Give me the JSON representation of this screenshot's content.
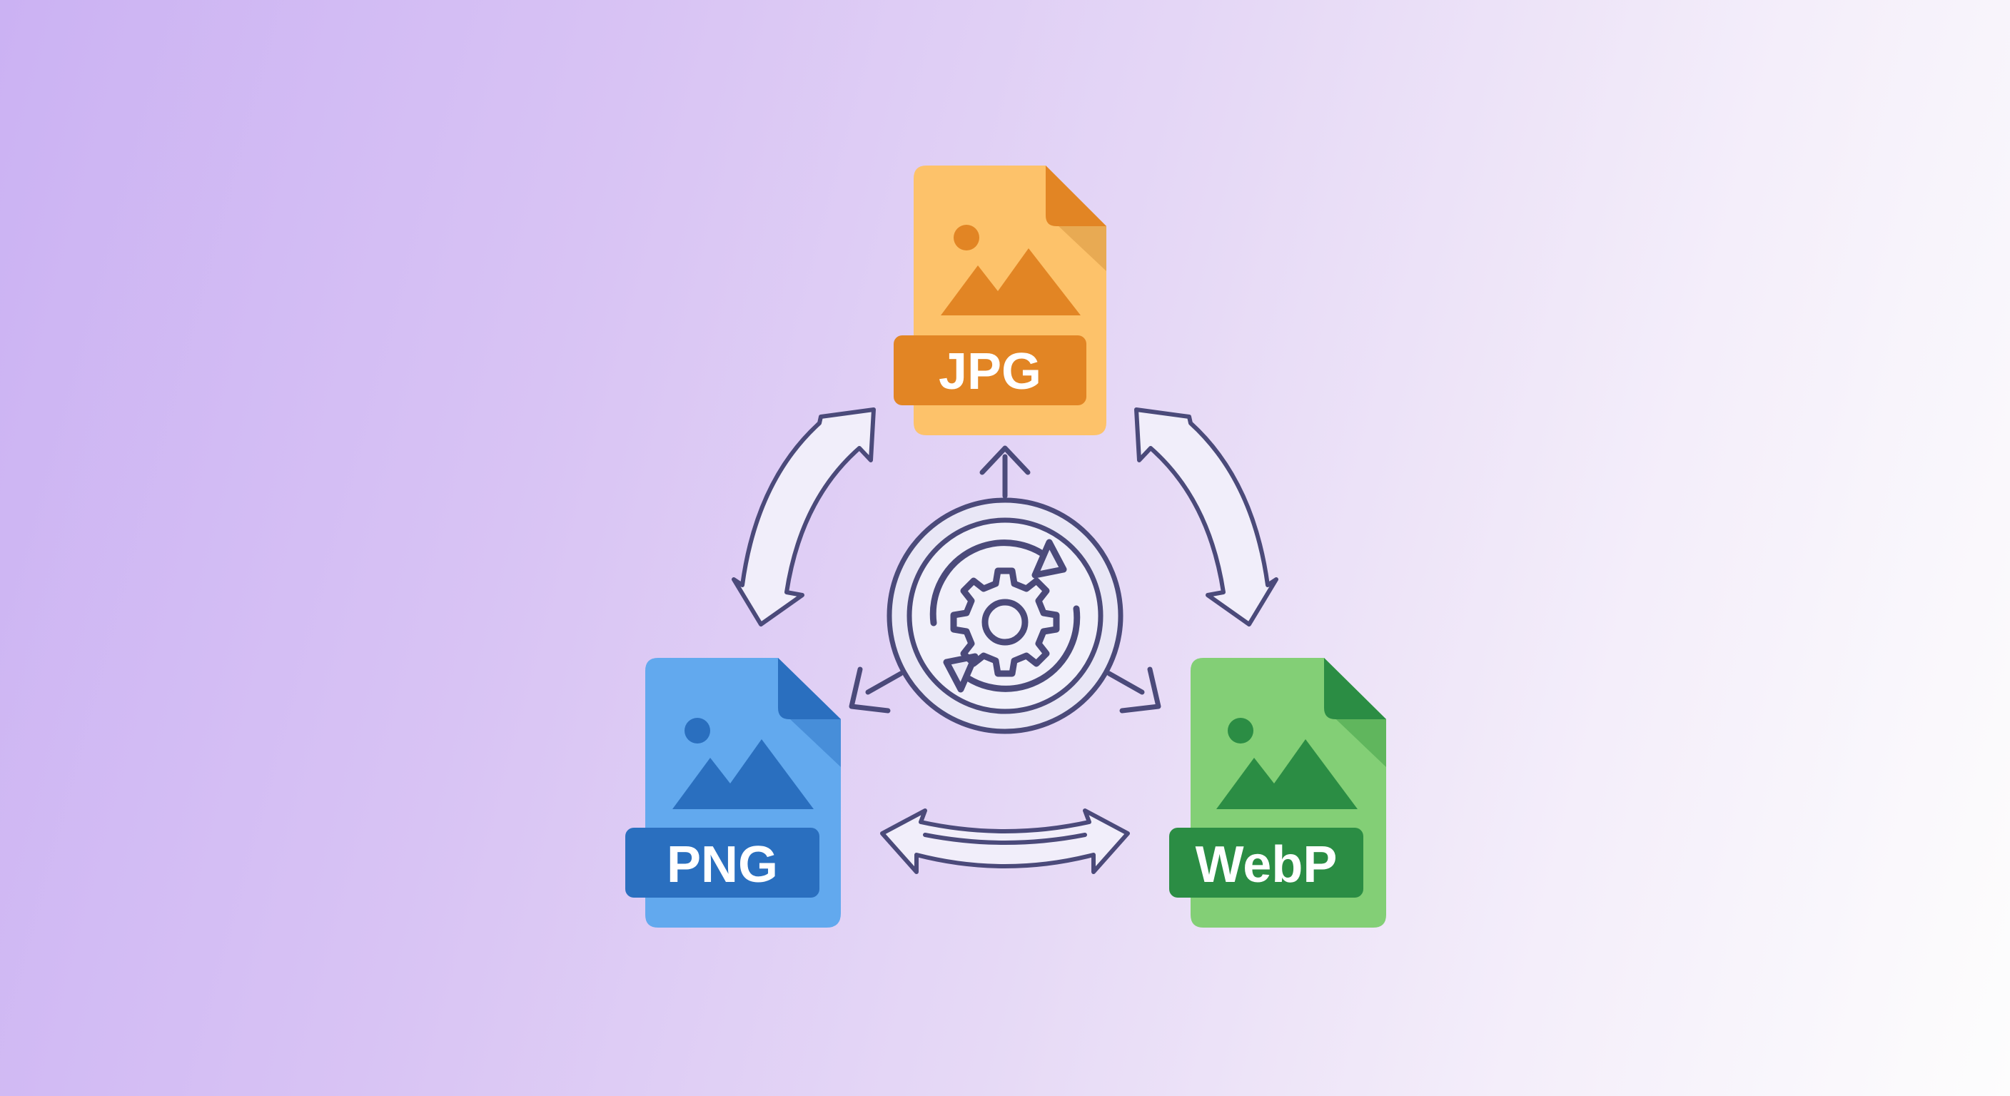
{
  "diagram": {
    "formats": [
      {
        "id": "jpg",
        "label": "JPG",
        "colors": {
          "body": "#fdc26a",
          "fold": "#e0a24c",
          "accent": "#e28524"
        }
      },
      {
        "id": "png",
        "label": "PNG",
        "colors": {
          "body": "#62a9ee",
          "fold": "#3f86d2",
          "accent": "#2a6fbf"
        }
      },
      {
        "id": "webp",
        "label": "WebP",
        "colors": {
          "body": "#83cf76",
          "fold": "#54ad55",
          "accent": "#2b8d44"
        }
      }
    ],
    "hub": {
      "icon": "gear-icon",
      "ring_fill": "#e9e7f6",
      "stroke": "#4b4a7a"
    },
    "connectors": [
      "jpg-png",
      "jpg-webp",
      "png-webp"
    ]
  },
  "background": {
    "gradient_start": "#cbb2f3",
    "gradient_end": "#fdfdfd"
  }
}
